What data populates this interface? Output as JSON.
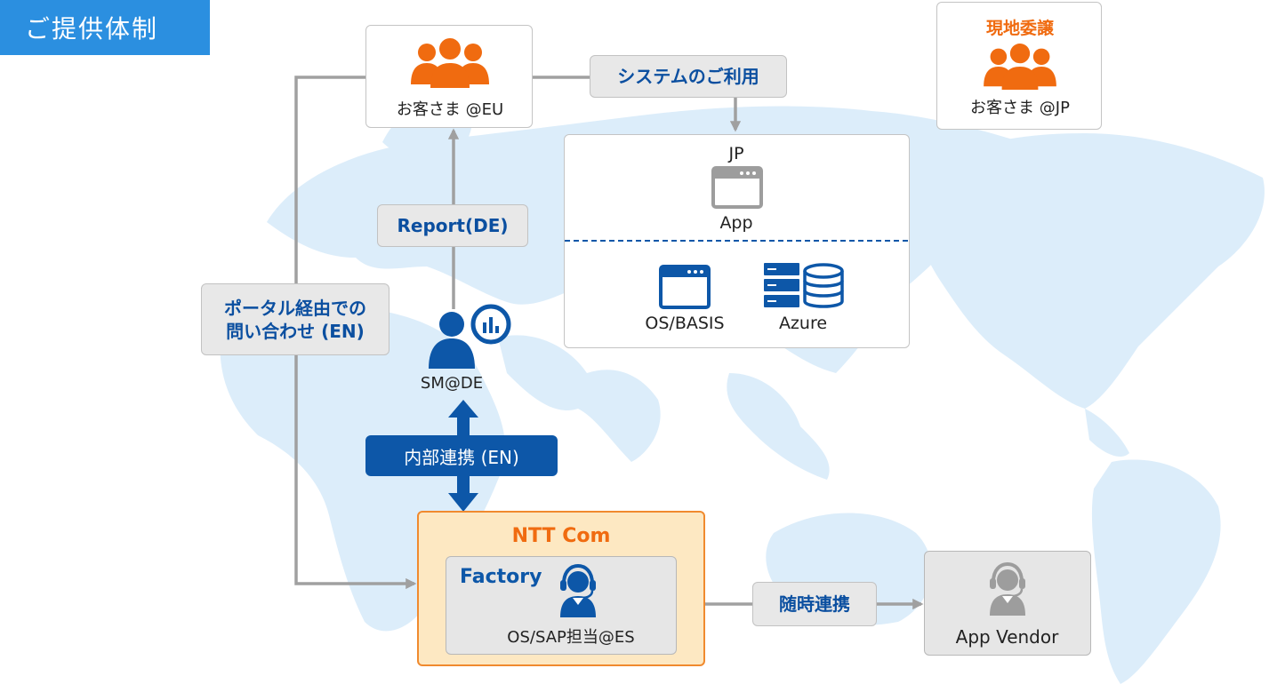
{
  "page_title": "ご提供体制",
  "colors": {
    "orange": "#f06b10",
    "navy": "#0d57a8",
    "gray": "#9d9d9d",
    "map": "#dcedfa",
    "title_bg": "#2b8fe0"
  },
  "customer_eu": {
    "label": "お客さま @EU",
    "icon": "group-icon"
  },
  "customer_jp": {
    "heading": "現地委譲",
    "label": "お客さま @JP",
    "icon": "group-icon"
  },
  "system_use": {
    "label": "システムのご利用"
  },
  "jp_system": {
    "region": "JP",
    "app_label": "App",
    "os_label": "OS/BASIS",
    "azure_label": "Azure"
  },
  "report": {
    "label": "Report(DE)"
  },
  "portal": {
    "line1": "ポータル経由での",
    "line2": "問い合わせ (EN)"
  },
  "sm": {
    "label": "SM@DE",
    "icon": "manager-chart-icon"
  },
  "internal": {
    "label": "内部連携 (EN)"
  },
  "ntt": {
    "title": "NTT Com",
    "factory_title": "Factory",
    "factory_label": "OS/SAP担当@ES",
    "icon": "headset-agent-icon"
  },
  "ad_hoc": {
    "label": "随時連携"
  },
  "vendor": {
    "label": "App Vendor",
    "icon": "headset-agent-icon"
  }
}
